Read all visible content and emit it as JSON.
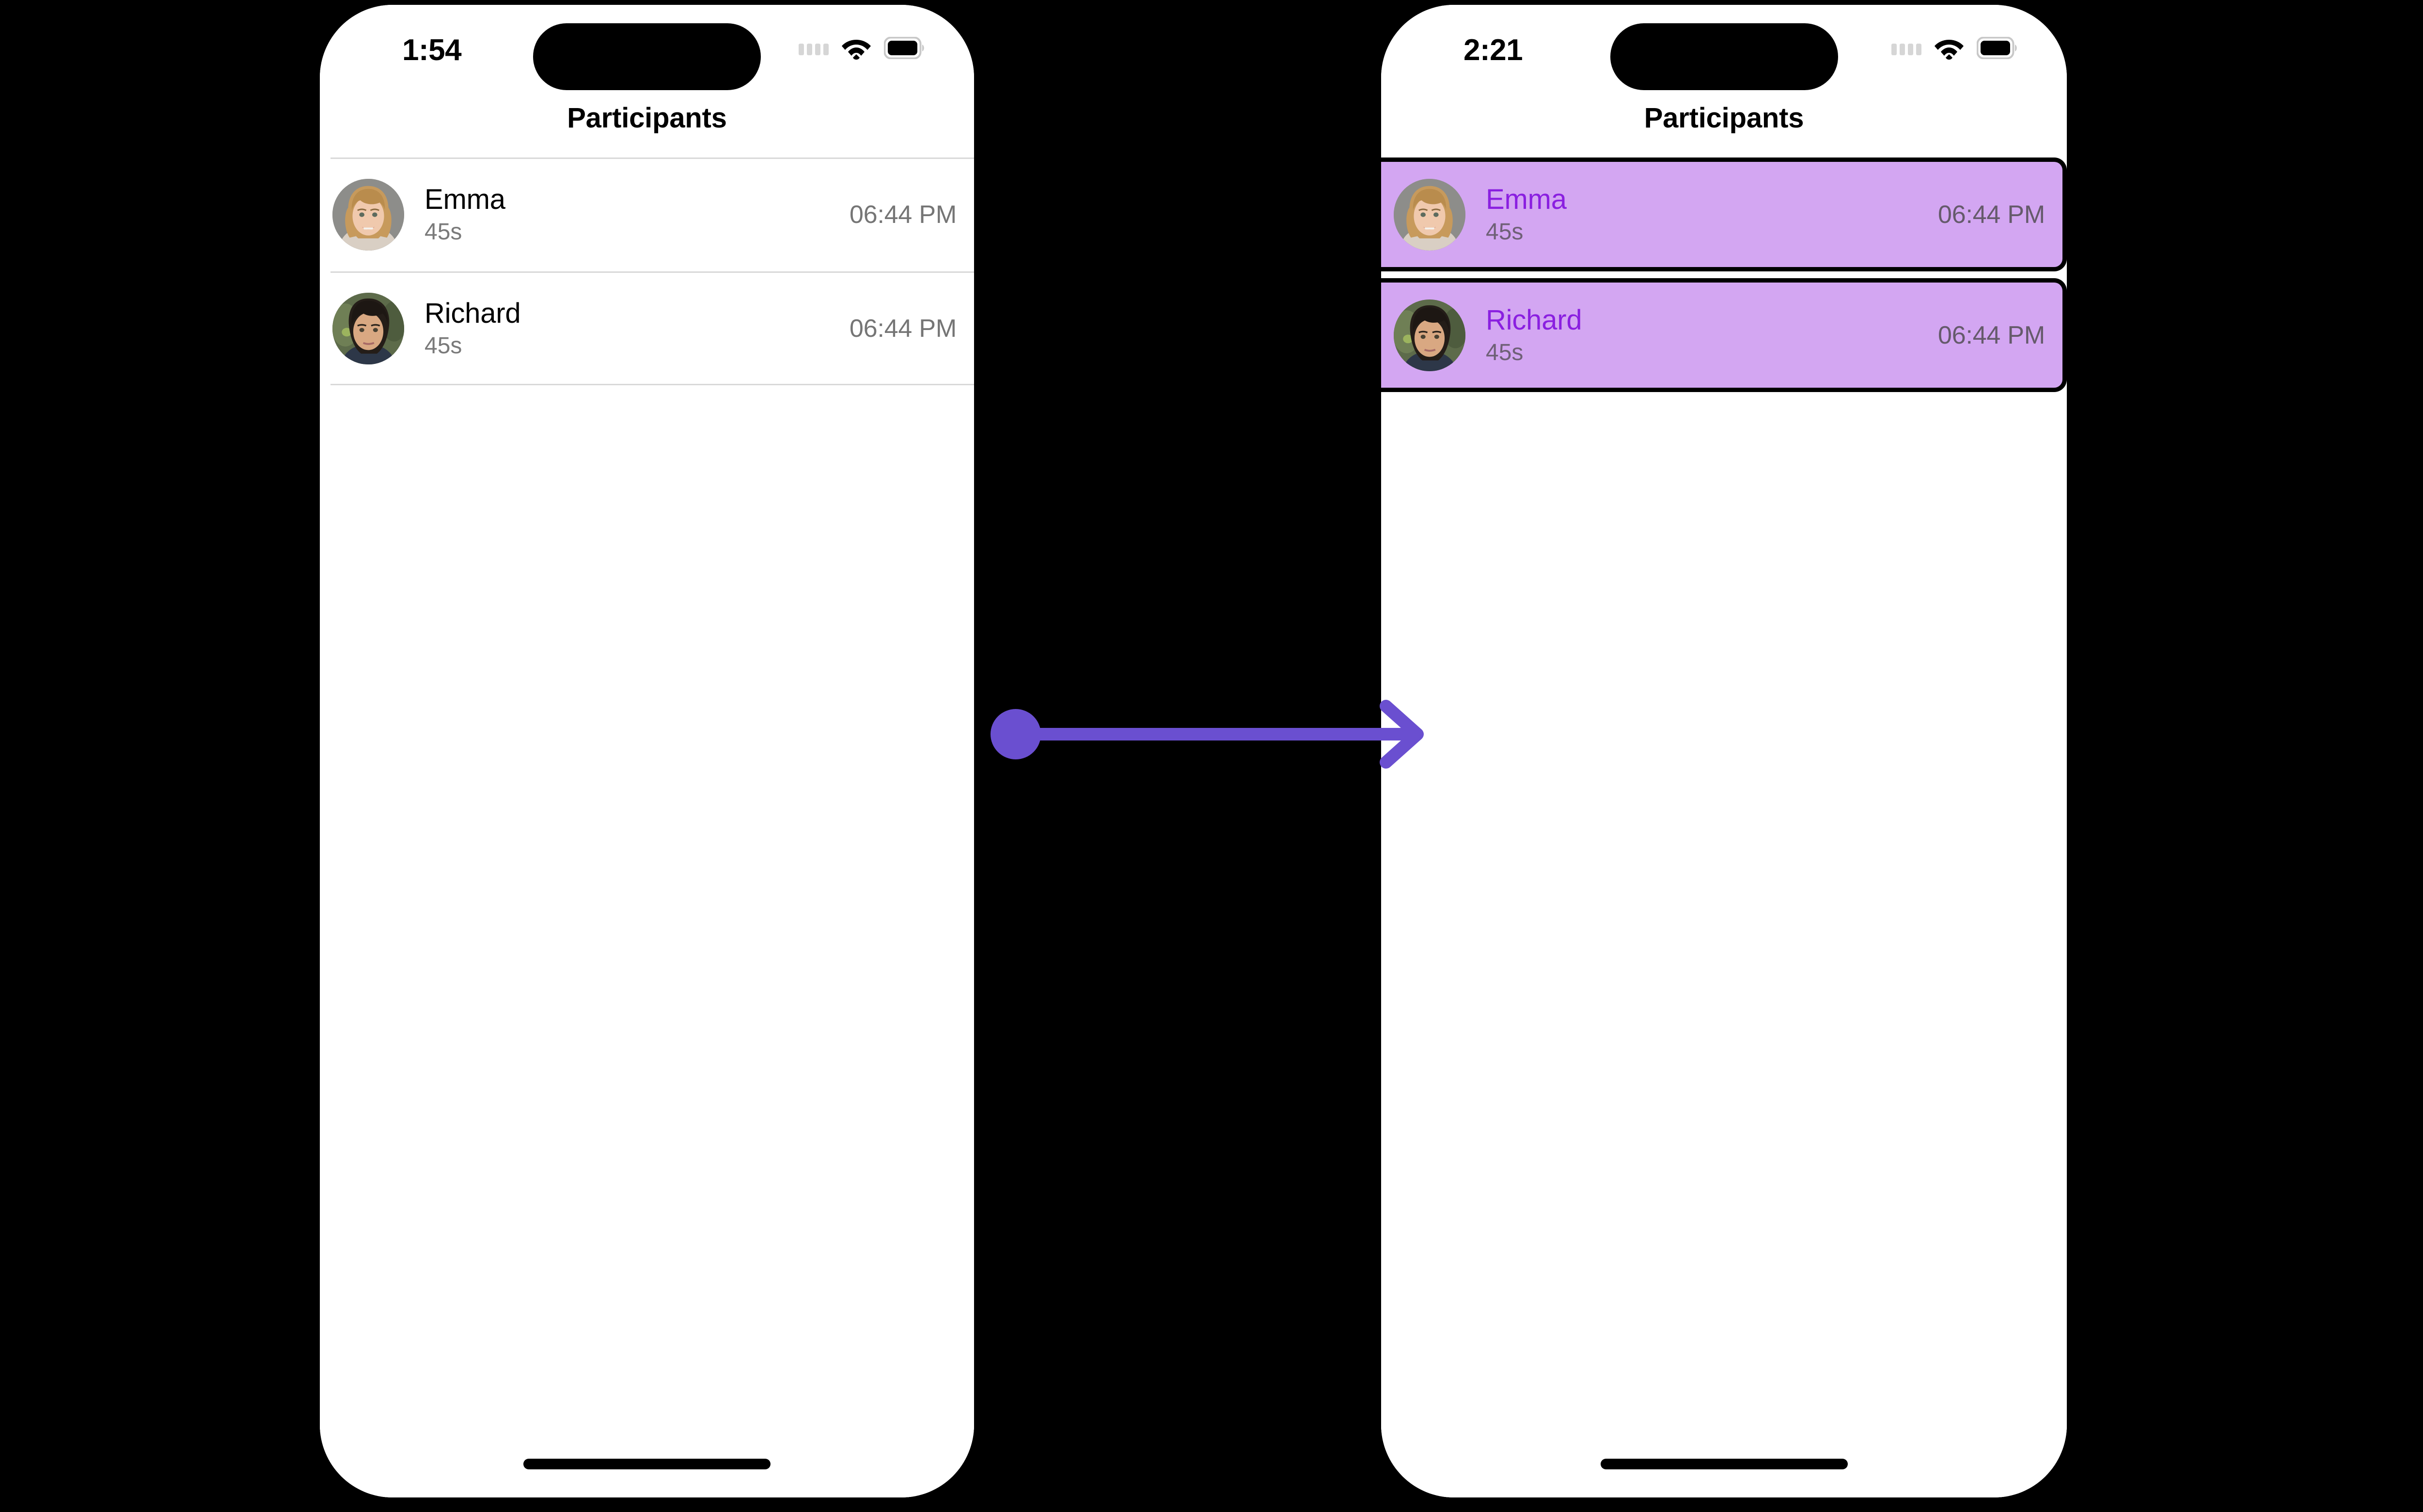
{
  "accent": {
    "arrow": "#6a4fd0",
    "highlight_bg": "#d3a6f2",
    "highlight_text": "#8a1fe0",
    "outline": "#000000",
    "separator": "#d9d9d9",
    "muted_text": "#7a7a7a"
  },
  "screens": [
    {
      "id": "before",
      "status_bar": {
        "time": "1:54",
        "signal_icon": "signal-dots-icon",
        "wifi_icon": "wifi-icon",
        "battery_icon": "battery-full-icon"
      },
      "nav": {
        "title": "Participants"
      },
      "rows": [
        {
          "name": "Emma",
          "duration": "45s",
          "time": "06:44 PM",
          "avatar": "avatar-emma",
          "selected": false
        },
        {
          "name": "Richard",
          "duration": "45s",
          "time": "06:44 PM",
          "avatar": "avatar-richard",
          "selected": false
        }
      ]
    },
    {
      "id": "after",
      "status_bar": {
        "time": "2:21",
        "signal_icon": "signal-dots-icon",
        "wifi_icon": "wifi-icon",
        "battery_icon": "battery-full-icon"
      },
      "nav": {
        "title": "Participants"
      },
      "rows": [
        {
          "name": "Emma",
          "duration": "45s",
          "time": "06:44 PM",
          "avatar": "avatar-emma",
          "selected": true
        },
        {
          "name": "Richard",
          "duration": "45s",
          "time": "06:44 PM",
          "avatar": "avatar-richard",
          "selected": true
        }
      ]
    }
  ],
  "annotation": {
    "type": "arrow",
    "direction": "right",
    "start_marker": "dot",
    "end_marker": "arrowhead"
  }
}
